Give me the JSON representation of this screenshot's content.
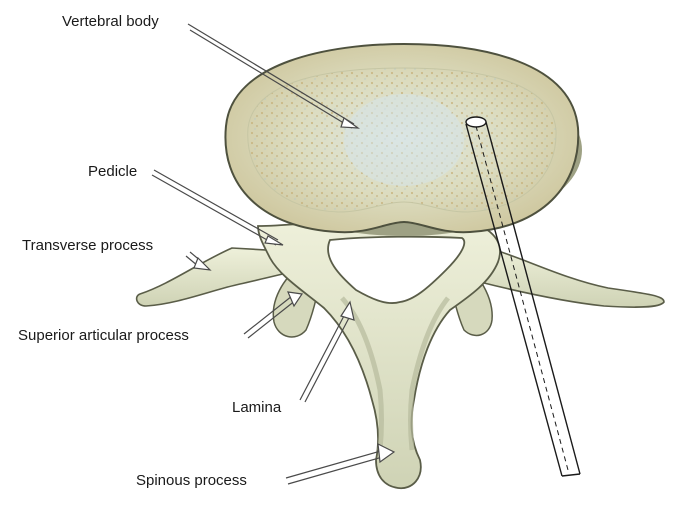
{
  "labels": {
    "vertebral_body": "Vertebral body",
    "pedicle": "Pedicle",
    "transverse_process": "Transverse process",
    "superior_articular_process": "Superior articular process",
    "lamina": "Lamina",
    "spinous_process": "Spinous process"
  },
  "colors": {
    "bone_fill": "#e4e6cd",
    "bone_shadow": "#b9bd9f",
    "bone_outline": "#5a5d48",
    "cancellous_speckle": "#c9b684",
    "cancellous_blue": "#b8cfdb",
    "needle": "#1a1a1a"
  }
}
